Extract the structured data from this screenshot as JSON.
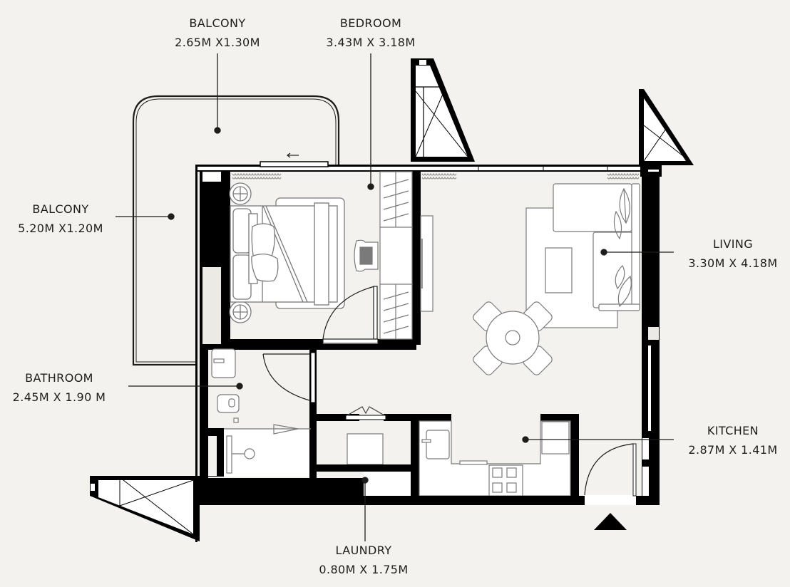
{
  "colors": {
    "background": "#f3f2ee",
    "wall": "#000000",
    "furniture_stroke": "#7a7a7a",
    "furniture_fill": "#ffffff",
    "text": "#1d1d1b"
  },
  "rooms": [
    {
      "id": "balcony_top",
      "name": "BALCONY",
      "dimensions": "2.65M X1.30M"
    },
    {
      "id": "bedroom",
      "name": "BEDROOM",
      "dimensions": "3.43M X 3.18M"
    },
    {
      "id": "balcony_left",
      "name": "BALCONY",
      "dimensions": "5.20M X1.20M"
    },
    {
      "id": "living",
      "name": "LIVING",
      "dimensions": "3.30M X 4.18M"
    },
    {
      "id": "bathroom",
      "name": "BATHROOM",
      "dimensions": "2.45M X 1.90 M"
    },
    {
      "id": "kitchen",
      "name": "KITCHEN",
      "dimensions": "2.87M X 1.41M"
    },
    {
      "id": "laundry",
      "name": "LAUNDRY",
      "dimensions": "0.80M X 1.75M"
    }
  ],
  "icons": {
    "entrance_marker": "triangle-up",
    "sliding_door_arrow": "arrow-left"
  }
}
